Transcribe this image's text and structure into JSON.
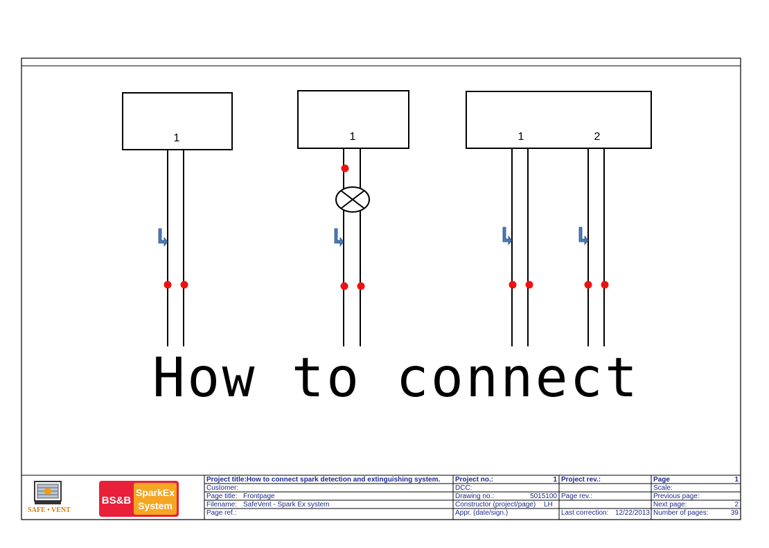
{
  "diagram": {
    "devices": [
      {
        "terminals": [
          "1"
        ]
      },
      {
        "terminals": [
          "1"
        ]
      },
      {
        "terminals": [
          "1",
          "2"
        ]
      }
    ],
    "heading": "How to connect"
  },
  "title_block": {
    "logos": {
      "safevent": "SAFE • VENT",
      "bsb_left": "BS&B",
      "bsb_right_1": "SparkEx",
      "bsb_right_2": "System"
    },
    "project_title": "Project title:How to connect spark detection and extinguishing system.",
    "customer_label": "Customer:",
    "page_title_label": "Page title:",
    "page_title_value": "Frontpage",
    "filename_label": "Filename:",
    "filename_value": "SafeVent - Spark Ex system",
    "page_ref_label": "Page ref.:",
    "project_no_label": "Project no.:",
    "project_no_value": "1",
    "dcc_label": "DCC:",
    "drawing_no_label": "Drawing no.:",
    "drawing_no_value": "5015100",
    "constructor_label": "Constructor (project/page)",
    "constructor_value": "LH",
    "appr_label": "Appr. (date/sign.)",
    "project_rev_label": "Project rev.:",
    "page_rev_label": "Page rev.:",
    "last_correction_label": "Last correction:",
    "last_correction_value": "12/22/2013",
    "page_label": "Page",
    "page_value": "1",
    "scale_label": "Scale:",
    "previous_page_label": "Previous page:",
    "next_page_label": "Next page:",
    "next_page_value": "2",
    "number_of_pages_label": "Number of pages:",
    "number_of_pages_value": "39"
  },
  "colors": {
    "dot": "#ee1111",
    "arrow": "#4a7bb7",
    "arrow_stroke": "#2b4f80",
    "title_text": "#1d2a8a",
    "frame": "#000000"
  }
}
